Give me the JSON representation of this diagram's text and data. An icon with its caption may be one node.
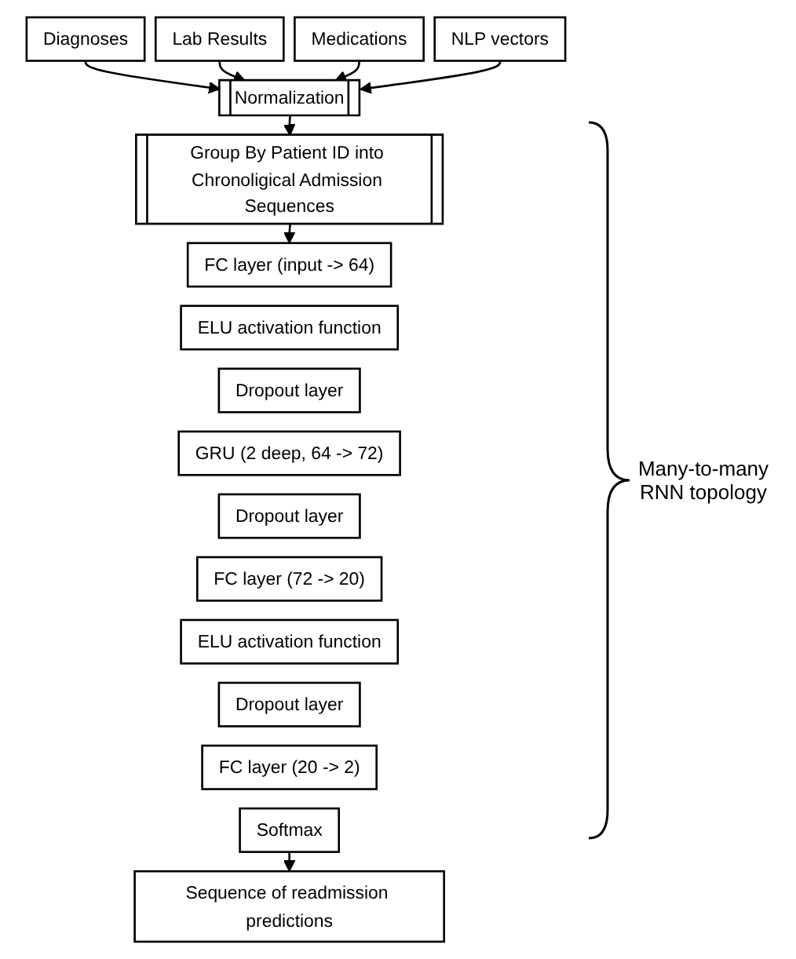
{
  "diagram": {
    "nodes": [
      {
        "text": [
          "Diagnoses"
        ]
      },
      {
        "text": [
          "Lab Results"
        ]
      },
      {
        "text": [
          "Medications"
        ]
      },
      {
        "text": [
          "NLP vectors"
        ]
      },
      {
        "text": [
          "Normalization"
        ]
      },
      {
        "text": [
          "Group By Patient ID into Chronoligical Admission Sequences"
        ]
      },
      {
        "text": [
          "FC layer (input -> 64)"
        ]
      },
      {
        "text": [
          "ELU activation function"
        ]
      },
      {
        "text": [
          "Dropout layer"
        ]
      },
      {
        "text": [
          "GRU (2 deep, 64 -> 72)"
        ]
      },
      {
        "text": [
          "Dropout layer"
        ]
      },
      {
        "text": [
          "FC layer (72 -> 20)"
        ]
      },
      {
        "text": [
          "ELU activation function"
        ]
      },
      {
        "text": [
          "Dropout layer"
        ]
      },
      {
        "text": [
          "FC layer (20 -> 2)"
        ]
      },
      {
        "text": [
          "Softmax"
        ]
      },
      {
        "text": [
          "Sequence of readmission predictions"
        ]
      }
    ],
    "edges": [
      {
        "from": 0,
        "to": 4,
        "arrow": "to"
      },
      {
        "from": 1,
        "to": 4,
        "arrow": "to"
      },
      {
        "from": 2,
        "to": 4,
        "arrow": "to"
      },
      {
        "from": 3,
        "to": 4,
        "arrow": "to"
      },
      {
        "from": 4,
        "to": 5,
        "arrow": "to"
      },
      {
        "from": 5,
        "to": 6,
        "arrow": "to"
      },
      {
        "from": 15,
        "to": 16,
        "arrow": "to"
      }
    ],
    "labels": [
      "Many-to-many RNN topology"
    ]
  }
}
